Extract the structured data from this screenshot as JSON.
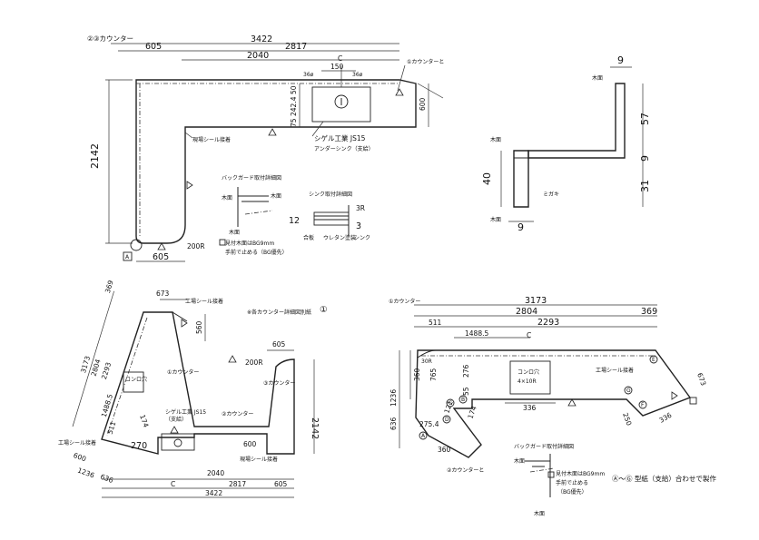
{
  "top_left": {
    "title": "②③カウンター",
    "dims": {
      "total": "3422",
      "d605": "605",
      "d2817": "2817",
      "d2040": "2040",
      "d150": "150",
      "d36a": "36ø",
      "d36b": "36ø",
      "center": "C",
      "h2142": "2142",
      "d600": "600",
      "v75": "75",
      "v242": "242.4",
      "v50": "50",
      "bottom605": "605",
      "r200": "200R"
    },
    "notes": {
      "corner": "①カウンターと\n現場シール接着",
      "seal": "現場シール接着",
      "sink_maker": "シゲル工業 JS15",
      "sink_type": "アンダーシンク（支給）",
      "marker_a": "A"
    },
    "detail_bg": {
      "title": "バックガード取付詳細図",
      "top_face": "木面",
      "bottom_face": "木面",
      "note1": "見付木面はBG9mm",
      "note2": "手前で止める（BG優先）",
      "marker": "A"
    },
    "detail_sink": {
      "title": "シンク取付詳細図",
      "r3": "3R",
      "d12": "12",
      "d3": "3",
      "plywood": "合板",
      "urethane": "ウレタン塗装",
      "sink": "シンク"
    }
  },
  "top_right": {
    "d9top": "9",
    "d57": "57",
    "d9mid": "9",
    "d31": "31",
    "d40": "40",
    "d9bot": "9",
    "face_top": "木面",
    "face_mid": "木面",
    "face_bot": "木面",
    "miter": "ミガキ"
  },
  "bottom_left": {
    "note": "※各カウンター詳細図別紙",
    "circle1": "①",
    "d673": "673",
    "d560": "560",
    "d605": "605",
    "r200": "200R",
    "d2142": "2142",
    "d3173": "3173",
    "d2804": "2804",
    "d2293": "2293",
    "d369": "369",
    "d1488": "1488.5",
    "d511": "511",
    "d174": "174",
    "d270": "270",
    "d600a": "600",
    "d636": "636",
    "d1236": "1236",
    "d600b": "600",
    "d2040": "2040",
    "d2817": "2817",
    "d605b": "605",
    "d3422": "3422",
    "center": "C",
    "seal_top": "工場シール接着",
    "c1": "①カウンター",
    "c2": "②カウンター",
    "c3": "③カウンター",
    "cooker": "コンロ穴",
    "sink_maker": "シゲル工業 JS15",
    "sink_sup": "（支給）",
    "seal_left": "工場シール接着",
    "seal_bot": "現場シール接着"
  },
  "bottom_right": {
    "title": "①カウンター",
    "d3173": "3173",
    "d2804": "2804",
    "d369": "369",
    "d511": "511",
    "d2293": "2293",
    "d1488": "1488.5",
    "center": "C",
    "d1236": "1236",
    "d765": "765",
    "d360": "360",
    "d276": "276",
    "d55": "55",
    "d636": "636",
    "d275": "275.4",
    "d336": "336",
    "d174": "174",
    "d360b": "360",
    "d121": "121",
    "d336b": "336",
    "d673": "673",
    "d250": "250",
    "r30": "30R",
    "cooker": "コンロ穴",
    "cooker_size": "4×10R",
    "seal": "工場シール接着",
    "corner": "②カウンターと\n現場シール接着",
    "bg_title": "バックガード取付詳細図",
    "bg_face": "木面",
    "bg_note1": "見付木面はBG9mm",
    "bg_note2": "手前で止める",
    "bg_note3": "（BG優先）",
    "bg_face2": "木面",
    "markers": {
      "a": "A",
      "b": "B",
      "c": "C",
      "d": "D",
      "e": "E",
      "f": "F",
      "g": "G"
    },
    "template_note": "Ⓐ〜Ⓖ 型紙（支給）合わせで製作"
  }
}
